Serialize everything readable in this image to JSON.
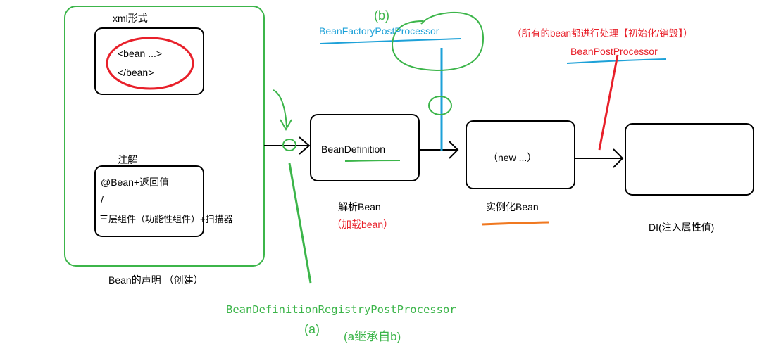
{
  "declaration": {
    "xml_title": "xml形式",
    "xml_line1": "<bean ...>",
    "xml_line2": "</bean>",
    "annotation_title": "注解",
    "annotation_line1": "@Bean+返回值",
    "annotation_line2": "/",
    "annotation_line3": "三层组件（功能性组件）+扫描器",
    "caption": "Bean的声明  （创建）"
  },
  "parse": {
    "box_text": "BeanDefinition",
    "caption": "解析Bean",
    "caption_red": "（加载bean）"
  },
  "instantiate": {
    "box_text": "（new ...）",
    "caption": "实例化Bean"
  },
  "di": {
    "caption": "DI(注入属性值)"
  },
  "processors": {
    "b_label": "(b)",
    "factory_post_processor": "BeanFactoryPostProcessor",
    "all_beans_note": "（所有的bean都进行处理【初始化/销毁】）",
    "bean_post_processor": "BeanPostProcessor",
    "registry_post_processor": "BeanDefinitionRegistryPostProcessor",
    "a_label": "(a)",
    "inherit_note": "(a继承自b)"
  },
  "colors": {
    "green": "#3cb54a",
    "red": "#e8202a",
    "blue": "#1da1d8",
    "orange": "#f07820"
  }
}
